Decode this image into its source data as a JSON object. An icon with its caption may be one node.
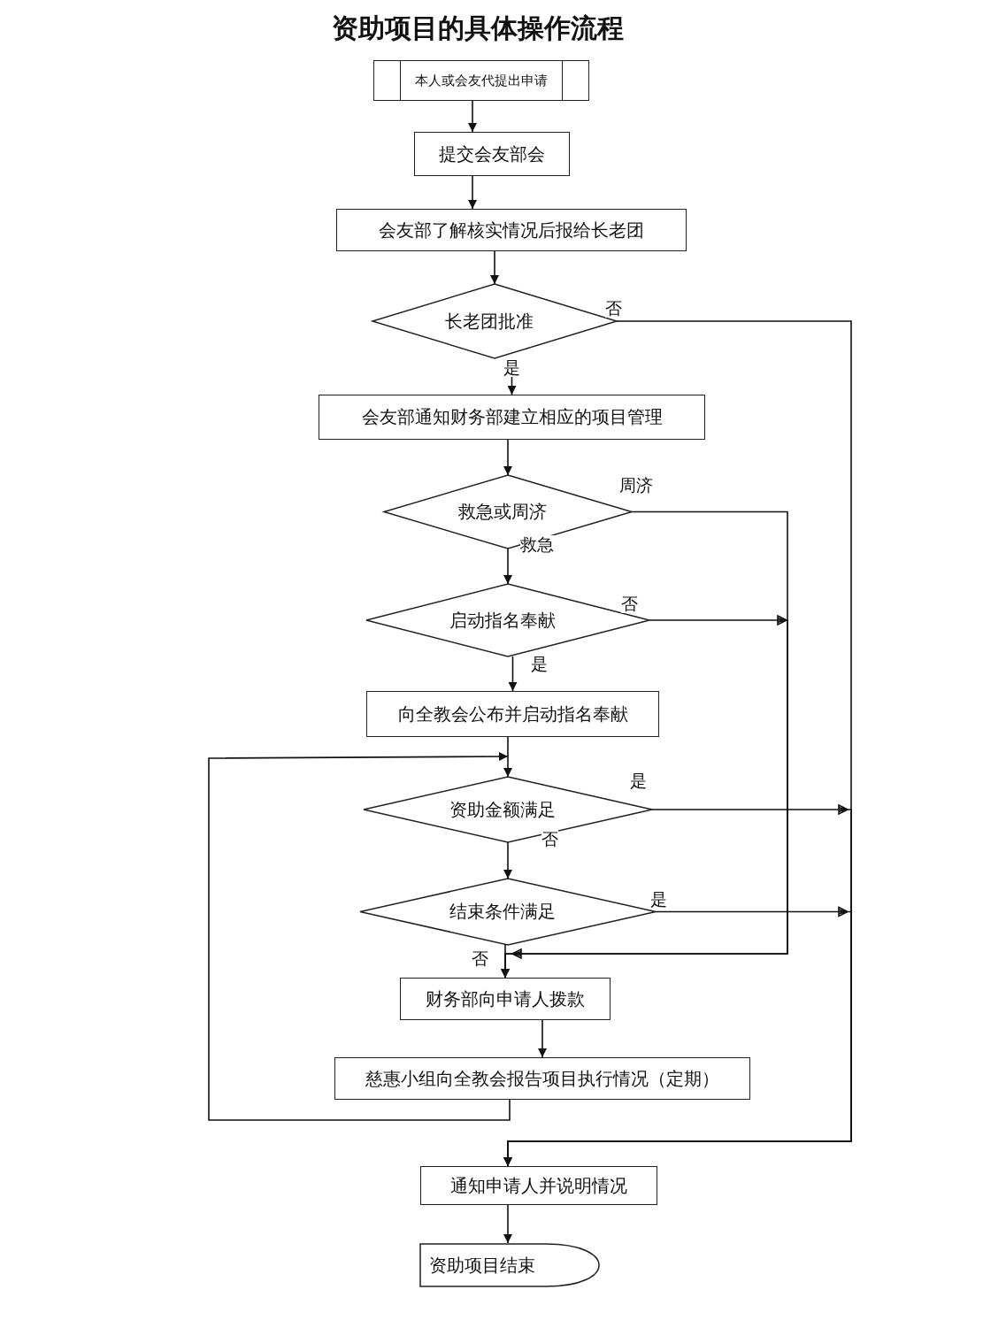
{
  "diagram": {
    "title": "资助项目的具体操作流程",
    "nodes": [
      {
        "text": [
          "本人或会友代提出申请"
        ]
      },
      {
        "text": [
          "提交会友部会"
        ]
      },
      {
        "text": [
          "会友部了解核实情况后报给长老团"
        ]
      },
      {
        "text": [
          "长老团批准"
        ]
      },
      {
        "text": [
          "会友部通知财务部建立相应的项目管理"
        ]
      },
      {
        "text": [
          "救急或周济"
        ]
      },
      {
        "text": [
          "启动指名奉献"
        ]
      },
      {
        "text": [
          "向全教会公布并启动指名奉献"
        ]
      },
      {
        "text": [
          "资助金额满足"
        ]
      },
      {
        "text": [
          "结束条件满足"
        ]
      },
      {
        "text": [
          "财务部向申请人拨款"
        ]
      },
      {
        "text": [
          "慈惠小组向全教会报告项目执行情况（定期）"
        ]
      },
      {
        "text": [
          "通知申请人并说明情况"
        ]
      },
      {
        "text": [
          "资助项目结束"
        ]
      }
    ],
    "edges": [
      {
        "from": 0,
        "to": 1,
        "arrow": "to"
      },
      {
        "from": 1,
        "to": 2,
        "arrow": "to"
      },
      {
        "from": 2,
        "to": 3,
        "arrow": "to"
      },
      {
        "from": 3,
        "to": 4,
        "arrow": "to",
        "label": "是"
      },
      {
        "from": 3,
        "to": 12,
        "arrow": "to",
        "label": "否"
      },
      {
        "from": 4,
        "to": 5,
        "arrow": "to"
      },
      {
        "from": 5,
        "to": 6,
        "arrow": "to",
        "label": "救急"
      },
      {
        "from": 5,
        "to": 10,
        "arrow": "to",
        "label": "周济"
      },
      {
        "from": 6,
        "to": 10,
        "arrow": "to",
        "label": "否"
      },
      {
        "from": 6,
        "to": 7,
        "arrow": "to",
        "label": "是"
      },
      {
        "from": 7,
        "to": 8,
        "arrow": "to"
      },
      {
        "from": 8,
        "to": 12,
        "arrow": "to",
        "label": "是"
      },
      {
        "from": 8,
        "to": 9,
        "arrow": "to",
        "label": "否"
      },
      {
        "from": 9,
        "to": 12,
        "arrow": "to",
        "label": "是"
      },
      {
        "from": 9,
        "to": 10,
        "arrow": "to",
        "label": "否"
      },
      {
        "from": 10,
        "to": 11,
        "arrow": "to"
      },
      {
        "from": 11,
        "to": 8,
        "arrow": "to"
      },
      {
        "from": 12,
        "to": 13,
        "arrow": "to"
      }
    ]
  }
}
